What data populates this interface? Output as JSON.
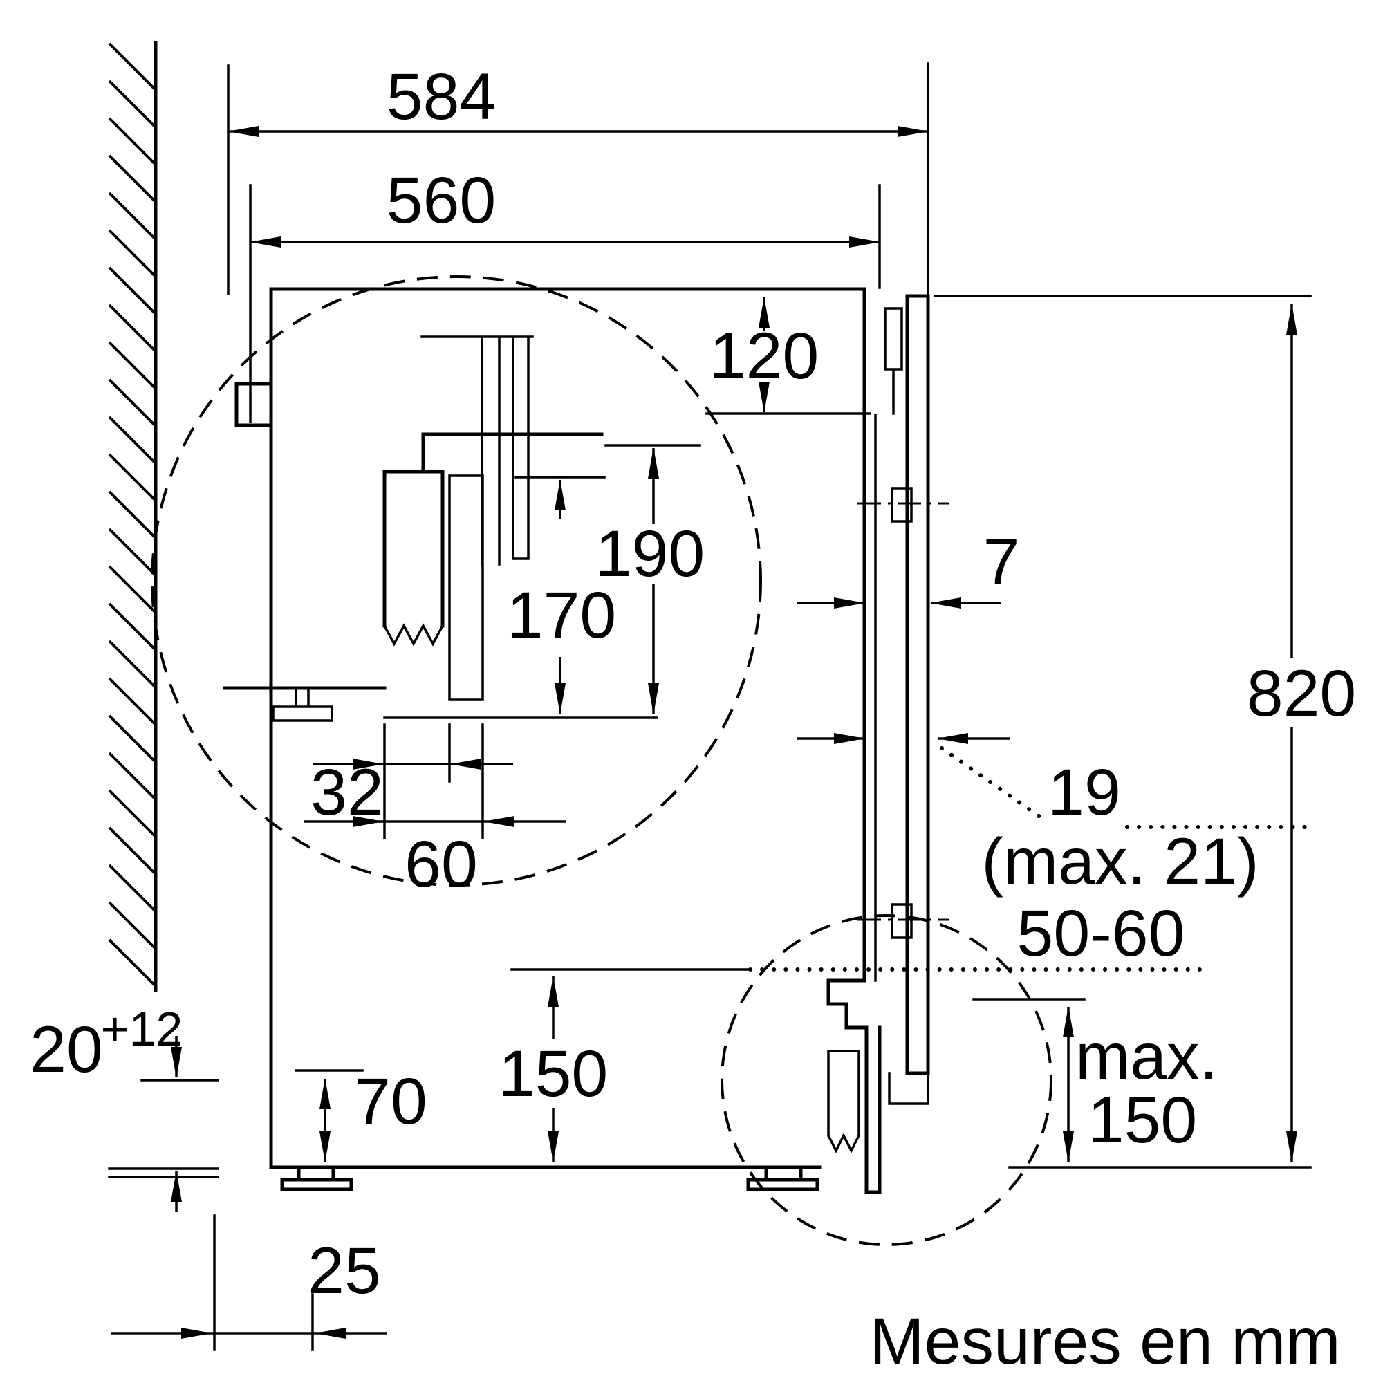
{
  "diagram": {
    "title": "Mesures en mm",
    "dims": {
      "depth_total": "584",
      "depth_niche": "560",
      "top_gap": "120",
      "bracket_h1": "190",
      "bracket_h2": "170",
      "bracket_w1": "32",
      "bracket_w2": "60",
      "door_thickness": "7",
      "height": "820",
      "gap": "19",
      "gap_max": "(max. 21)",
      "plinth_range": "50-60",
      "plinth_max_label": "max.",
      "plinth_max_value": "150",
      "plinth_height": "150",
      "foot_height": "70",
      "wall_gap": "20",
      "wall_gap_tol": "+12",
      "back_offset": "25"
    }
  }
}
